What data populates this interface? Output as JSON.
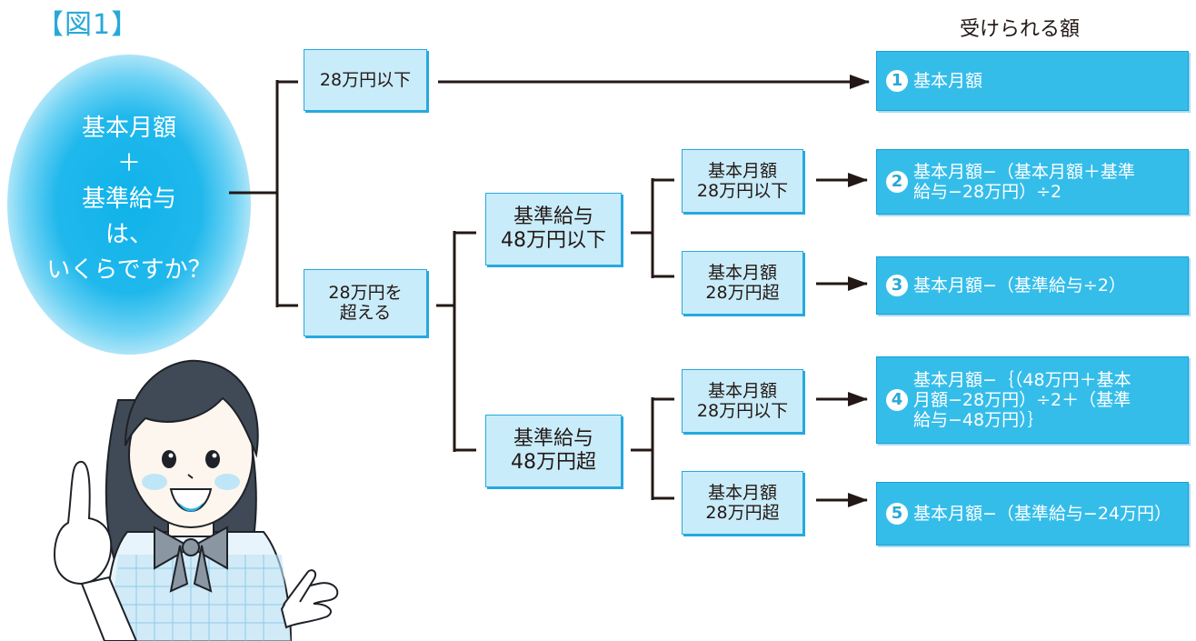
{
  "figure_label": "【図1】",
  "column_header": "受けられる額",
  "question": [
    "基本月額",
    "＋",
    "基準給与",
    "は、",
    "いくらですか？"
  ],
  "level1": {
    "top": "28万円以下",
    "bottom": [
      "28万円を",
      "超える"
    ]
  },
  "level2": {
    "top": [
      "基準給与",
      "48万円以下"
    ],
    "bottom": [
      "基準給与",
      "48万円超"
    ]
  },
  "level3": [
    [
      "基本月額",
      "28万円以下"
    ],
    [
      "基本月額",
      "28万円超"
    ],
    [
      "基本月額",
      "28万円以下"
    ],
    [
      "基本月額",
      "28万円超"
    ]
  ],
  "results": [
    {
      "num": "1",
      "lines": [
        "基本月額"
      ]
    },
    {
      "num": "2",
      "lines": [
        "基本月額−（基本月額＋基準",
        "給与−28万円）÷2"
      ]
    },
    {
      "num": "3",
      "lines": [
        "基本月額−（基準給与÷2）"
      ]
    },
    {
      "num": "4",
      "lines": [
        "基本月額−｛（48万円＋基本",
        "月額−28万円）÷2＋（基準",
        "給与−48万円）｝"
      ]
    },
    {
      "num": "5",
      "lines": [
        "基本月額−（基準給与−24万円）"
      ]
    }
  ],
  "colors": {
    "accent": "#29a8d8",
    "node_fill": "#c9ecfa",
    "result_fill": "#35bdea",
    "line": "#231815"
  }
}
